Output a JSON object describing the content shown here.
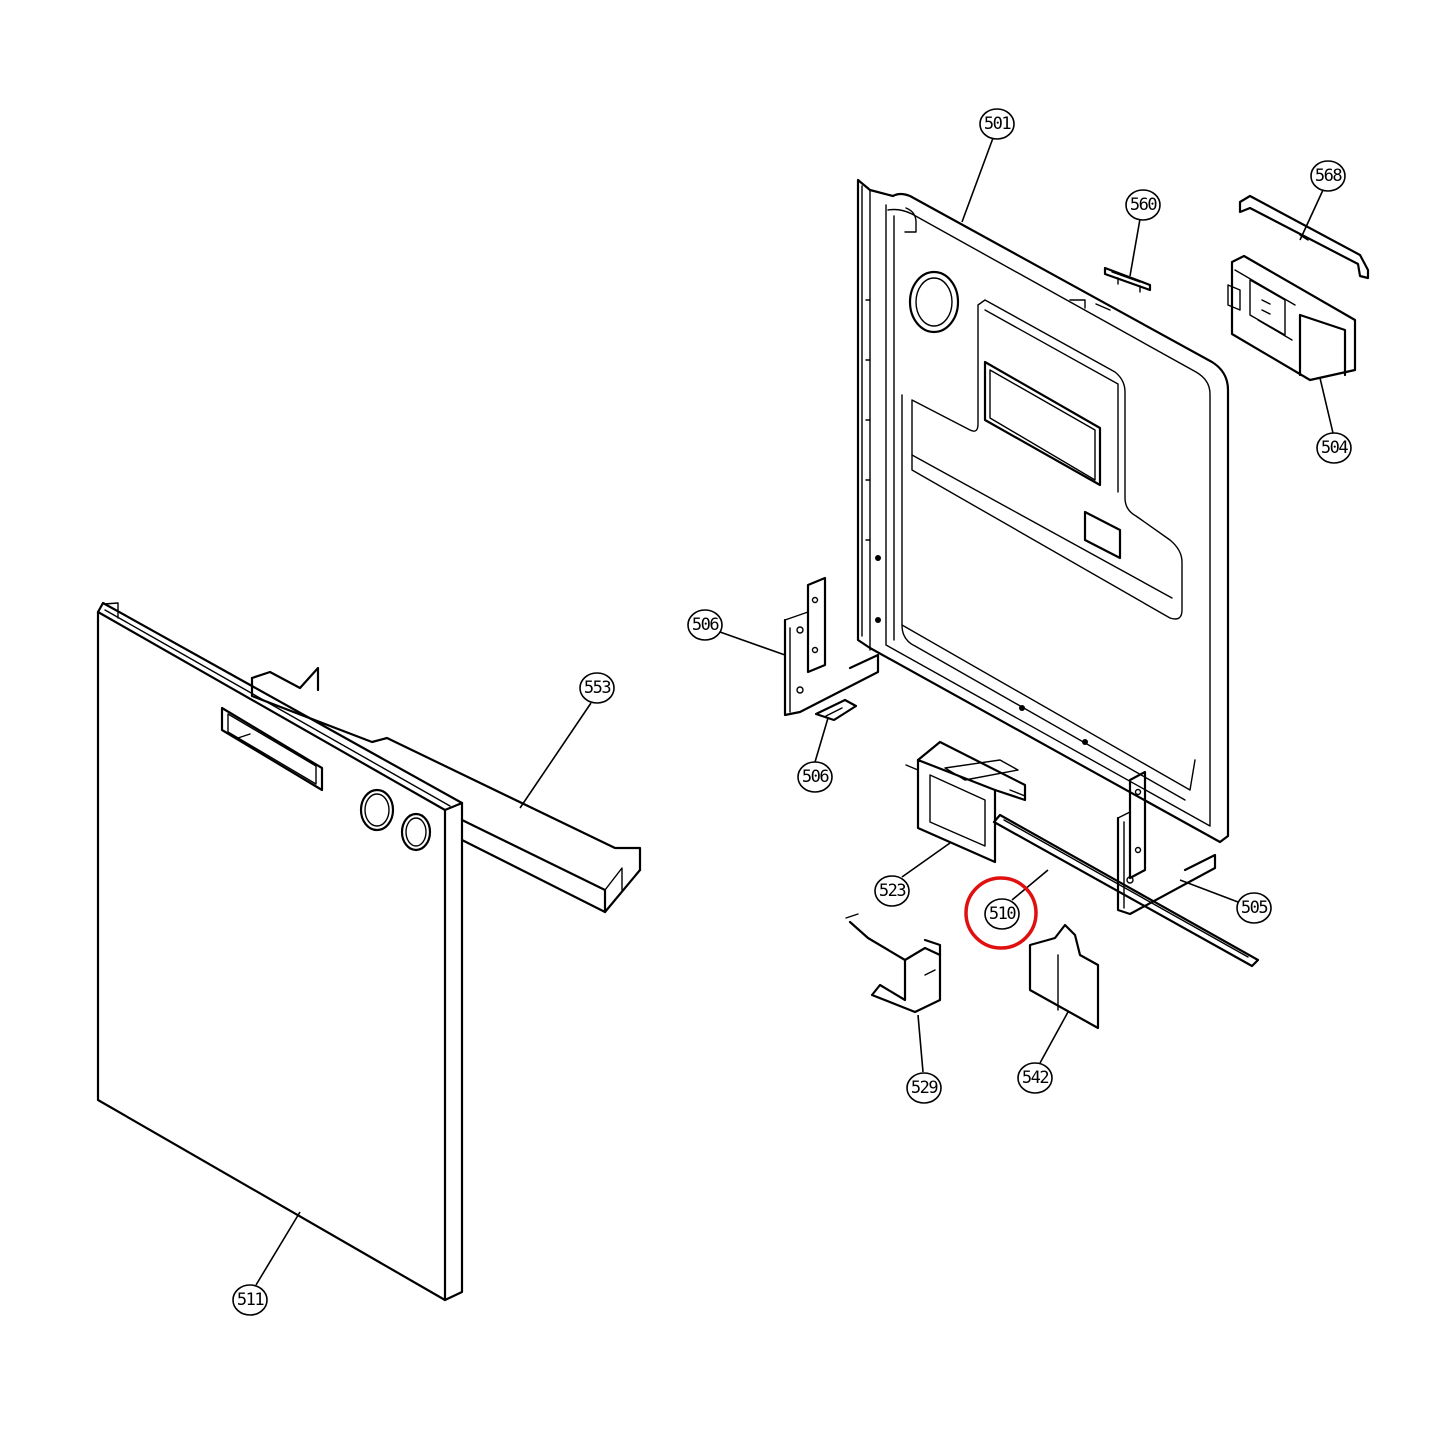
{
  "diagram": {
    "callouts": [
      {
        "id": "c501",
        "text": "501"
      },
      {
        "id": "c560",
        "text": "560"
      },
      {
        "id": "c568",
        "text": "568"
      },
      {
        "id": "c504",
        "text": "504"
      },
      {
        "id": "c506a",
        "text": "506"
      },
      {
        "id": "c506b",
        "text": "506"
      },
      {
        "id": "c553",
        "text": "553"
      },
      {
        "id": "c523",
        "text": "523"
      },
      {
        "id": "c510",
        "text": "510"
      },
      {
        "id": "c505",
        "text": "505"
      },
      {
        "id": "c529",
        "text": "529"
      },
      {
        "id": "c542",
        "text": "542"
      },
      {
        "id": "c511",
        "text": "511"
      }
    ],
    "highlighted_callout": "510",
    "highlight_color": "#e01010"
  }
}
